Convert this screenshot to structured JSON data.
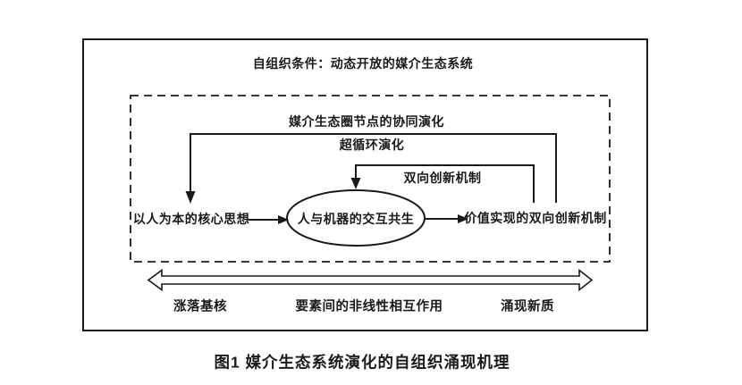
{
  "figure": {
    "condition_title": "自组织条件：动态开放的媒介生态系统",
    "loop_labels": {
      "coevolution": "媒介生态圈节点的协同演化",
      "hypercycle": "超循环演化",
      "bidirectional_innovation": "双向创新机制"
    },
    "flow_nodes": {
      "left": "以人为本的核心思想",
      "center": "人与机器的交互共生",
      "right": "价值实现的双向创新机制"
    },
    "process_axis": {
      "left": "涨落基核",
      "middle": "要素间的非线性相互作用",
      "right": "涌现新质"
    },
    "caption": "图1 媒介生态系统演化的自组织涌现机理",
    "icons": {
      "feedback_arrowheads": "solid-down-arrowhead",
      "flow_arrowheads": "solid-right-arrowhead",
      "process_axis_shape": "hollow-double-headed-arrow"
    },
    "colors": {
      "line": "#1a1a1a",
      "text": "#1a1a1a",
      "background": "#ffffff"
    }
  }
}
